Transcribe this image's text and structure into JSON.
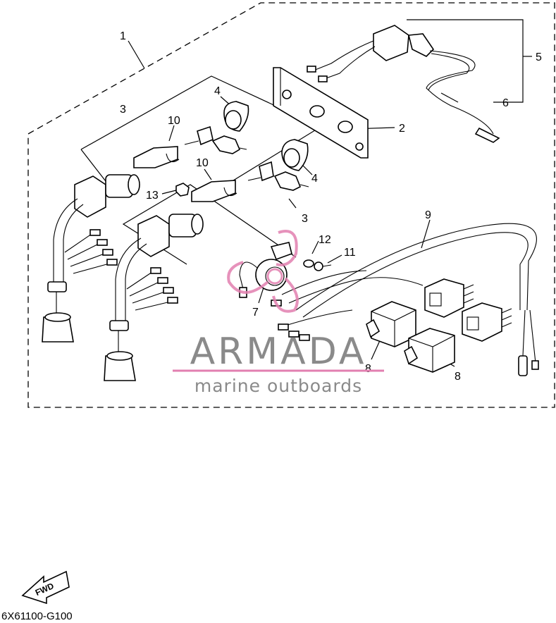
{
  "diagram": {
    "callouts": [
      "1",
      "2",
      "3",
      "3",
      "4",
      "4",
      "5",
      "6",
      "7",
      "8",
      "8",
      "9",
      "10",
      "10",
      "11",
      "12",
      "13"
    ],
    "fwd_label": "FWD",
    "part_code": "6X61100-G100"
  },
  "watermark": {
    "brand": "ARMADA",
    "tagline": "marine outboards",
    "accent_color": "#e27fb0",
    "text_color": "#8a8a8a"
  }
}
